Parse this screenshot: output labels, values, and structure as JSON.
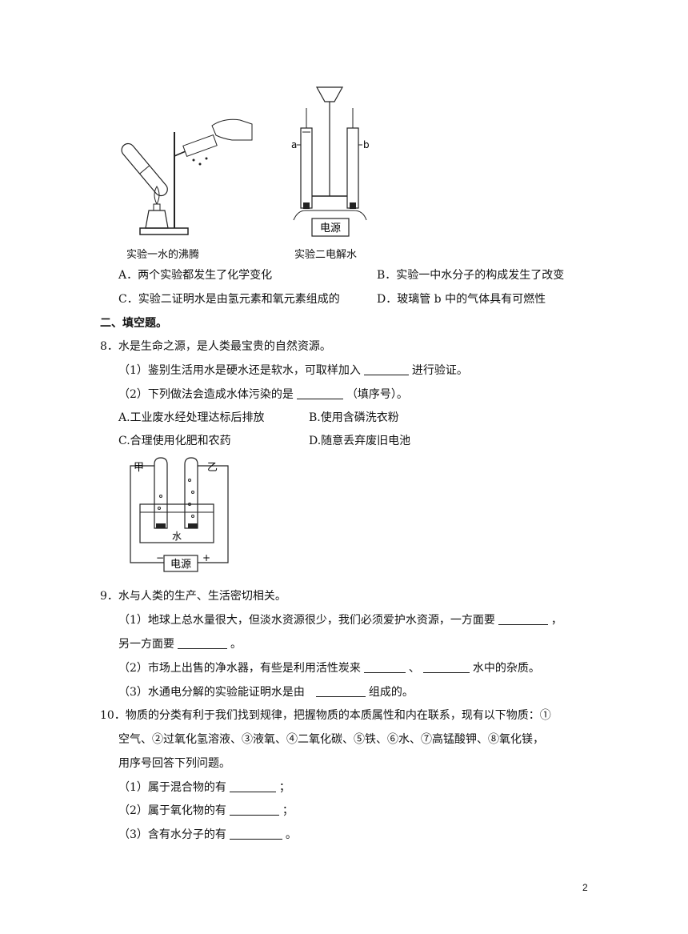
{
  "figure1": {
    "caption": "实验一水的沸腾"
  },
  "figure2": {
    "caption": "实验二电解水",
    "label_a": "a",
    "label_b": "b",
    "power": "电源"
  },
  "q7_options": {
    "A": "A．两个实验都发生了化学变化",
    "B": "B．实验一中水分子的构成发生了改变",
    "C": "C．实验二证明水是由氢元素和氧元素组成的",
    "D": "D．玻璃管 b 中的气体具有可燃性"
  },
  "section2": {
    "heading": "二、填空题。"
  },
  "q8": {
    "stem": "8．水是生命之源，是人类最宝贵的自然资源。",
    "p1_pre": "（1）鉴别生活用水是硬水还是软水，可取样加入",
    "p1_post": "进行验证。",
    "p2_pre": "（2）下列做法会造成水体污染的是",
    "p2_post": "（填序号）。",
    "optA": "A.工业废水经处理达标后排放",
    "optB": "B.使用含磷洗衣粉",
    "optC": "C.合理使用化肥和农药",
    "optD": "D.随意丢弃废旧电池"
  },
  "figure3": {
    "label_jia": "甲",
    "label_yi": "乙",
    "water": "水",
    "power": "电源",
    "minus": "−",
    "plus": "+"
  },
  "q9": {
    "stem": "9．水与人类的生产、生活密切相关。",
    "p1_pre": "（1）地球上总水量很大，但淡水资源很少，我们必须爱护水资源，一方面要",
    "p1_end": "，",
    "p1_line2_pre": "另一方面要",
    "p1_line2_post": "。",
    "p2_pre": "（2）市场上出售的净水器，有些是利用活性炭来",
    "p2_mid": "、",
    "p2_post": "水中的杂质。",
    "p3_pre": "（3）水通电分解的实验能证明水是由",
    "p3_post": "组成的。"
  },
  "q10": {
    "line1": "10．物质的分类有利于我们找到规律，把握物质的本质属性和内在联系，现有以下物质：①",
    "line2": "空气、②过氧化氢溶液、③液氧、④二氧化碳、⑤铁、⑥水、⑦高锰酸钾、⑧氧化镁，",
    "line3": "用序号回答下列问题。",
    "p1_pre": "（1）属于混合物的有",
    "p1_post": "；",
    "p2_pre": "（2）属于氧化物的有",
    "p2_post": "；",
    "p3_pre": "（3）含有水分子的有",
    "p3_post": "。"
  },
  "page": {
    "number": "2"
  }
}
